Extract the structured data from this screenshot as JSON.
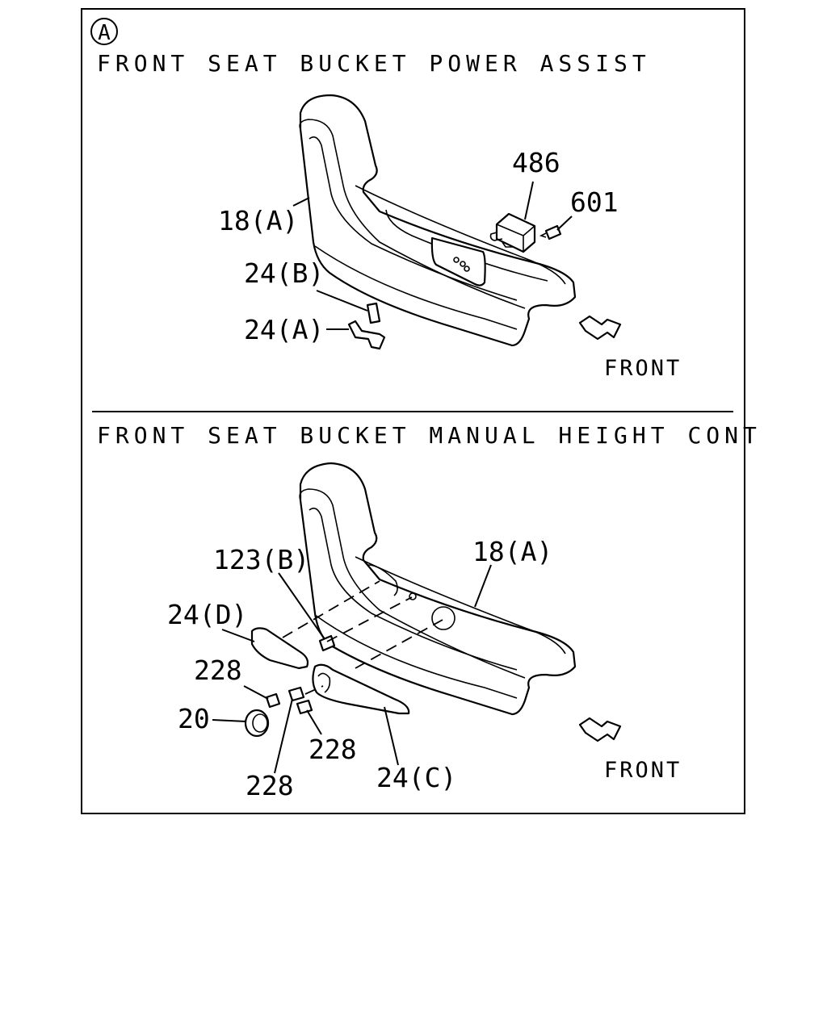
{
  "section_marker": "A",
  "panels": [
    {
      "title": "FRONT SEAT BUCKET POWER ASSIST",
      "callouts": [
        "486",
        "601",
        "18(A)",
        "24(B)",
        "24(A)"
      ],
      "direction_label": "FRONT"
    },
    {
      "title": "FRONT SEAT BUCKET MANUAL HEIGHT CONT",
      "callouts": [
        "18(A)",
        "123(B)",
        "24(D)",
        "228",
        "20",
        "228",
        "228",
        "24(C)"
      ],
      "direction_label": "FRONT"
    }
  ],
  "icons": [
    "front-direction-arrow-icon",
    "section-marker-circle-icon"
  ]
}
